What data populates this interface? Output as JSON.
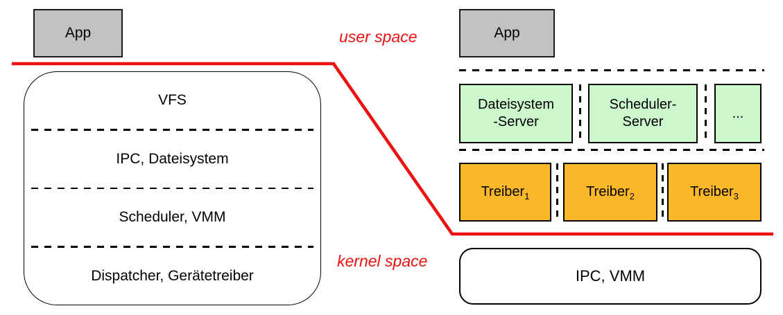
{
  "colors": {
    "boundary_red": "#ee1111",
    "app_gray": "#c2c2c2",
    "server_green": "#ccf7cc",
    "driver_orange": "#fbb829",
    "line_black": "#000000"
  },
  "space_labels": {
    "user": "user space",
    "kernel": "kernel space"
  },
  "monolithic": {
    "app_label": "App",
    "layers": [
      "VFS",
      "IPC, Dateisystem",
      "Scheduler, VMM",
      "Dispatcher, Gerätetreiber"
    ]
  },
  "microkernel": {
    "app_label": "App",
    "servers": [
      {
        "lines": [
          "Dateisystem",
          "-Server"
        ]
      },
      {
        "lines": [
          "Scheduler-",
          "Server"
        ]
      },
      {
        "lines": [
          "..."
        ]
      }
    ],
    "drivers": [
      {
        "base": "Treiber",
        "sub": "1"
      },
      {
        "base": "Treiber",
        "sub": "2"
      },
      {
        "base": "Treiber",
        "sub": "3"
      }
    ],
    "kernel_label": "IPC, VMM"
  }
}
